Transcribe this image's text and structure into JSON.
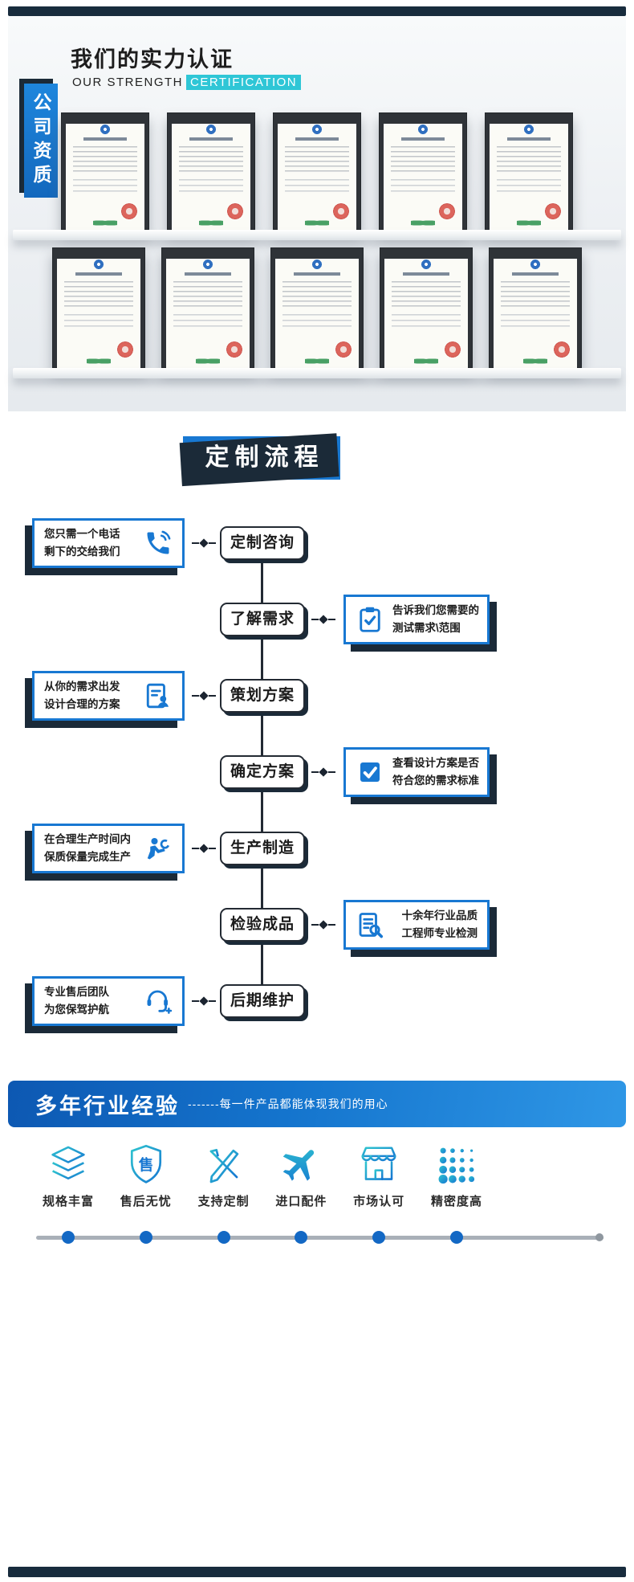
{
  "header": {
    "title": "我们的实力认证",
    "subtitle": "OUR STRENGTH",
    "subtitle_highlight": "CERTIFICATION",
    "side_banner": "公司资质"
  },
  "certificates": {
    "rows": [
      5,
      5
    ]
  },
  "process": {
    "banner": "定制流程",
    "steps": [
      {
        "label": "定制咨询"
      },
      {
        "label": "了解需求"
      },
      {
        "label": "策划方案"
      },
      {
        "label": "确定方案"
      },
      {
        "label": "生产制造"
      },
      {
        "label": "检验成品"
      },
      {
        "label": "后期维护"
      }
    ],
    "left_notes": [
      {
        "line1": "您只需一个电话",
        "line2": "剩下的交给我们"
      },
      {
        "line1": "从你的需求出发",
        "line2": "设计合理的方案"
      },
      {
        "line1": "在合理生产时间内",
        "line2": "保质保量完成生产"
      },
      {
        "line1": "专业售后团队",
        "line2": "为您保驾护航"
      }
    ],
    "right_notes": [
      {
        "line1": "告诉我们您需要的",
        "line2": "测试需求\\范围"
      },
      {
        "line1": "查看设计方案是否",
        "line2": "符合您的需求标准"
      },
      {
        "line1": "十余年行业品质",
        "line2": "工程师专业检测"
      }
    ]
  },
  "experience": {
    "title": "多年行业经验",
    "subtitle": "-------每一件产品都能体现我们的用心",
    "features": [
      {
        "label": "规格丰富"
      },
      {
        "label": "售后无忧",
        "glyph": "售"
      },
      {
        "label": "支持定制"
      },
      {
        "label": "进口配件"
      },
      {
        "label": "市场认可"
      },
      {
        "label": "精密度高"
      }
    ]
  }
}
